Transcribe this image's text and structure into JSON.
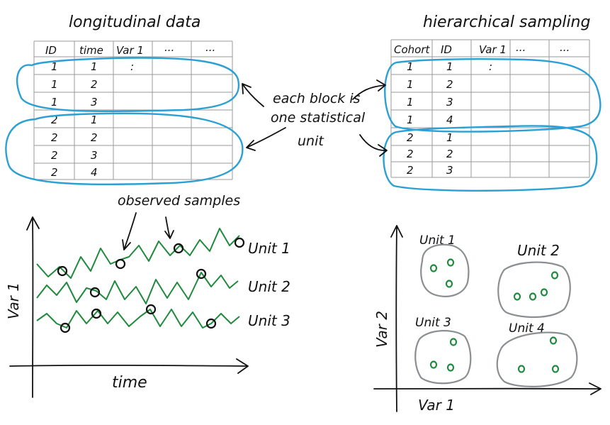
{
  "longitudinal": {
    "title": "longitudinal data",
    "headers": [
      "ID",
      "time",
      "Var 1",
      "...",
      "..."
    ],
    "rows": [
      [
        "1",
        "1",
        ":"
      ],
      [
        "1",
        "2",
        ""
      ],
      [
        "1",
        "3",
        ""
      ],
      [
        "2",
        "1",
        ""
      ],
      [
        "2",
        "2",
        ""
      ],
      [
        "2",
        "3",
        ""
      ],
      [
        "2",
        "4",
        ""
      ]
    ]
  },
  "hierarchical": {
    "title": "hierarchical sampling",
    "headers": [
      "Cohort",
      "ID",
      "Var 1",
      "...",
      "..."
    ],
    "rows": [
      [
        "1",
        "1",
        ":"
      ],
      [
        "1",
        "2",
        ""
      ],
      [
        "1",
        "3",
        ""
      ],
      [
        "1",
        "4",
        ""
      ],
      [
        "2",
        "1",
        ""
      ],
      [
        "2",
        "2",
        ""
      ],
      [
        "2",
        "3",
        ""
      ]
    ]
  },
  "note": [
    "each block is",
    "one statistical",
    "unit"
  ],
  "timeseries": {
    "annotation": "observed samples",
    "ylabel": "Var 1",
    "xlabel": "time",
    "units": [
      "Unit 1",
      "Unit 2",
      "Unit 3"
    ]
  },
  "scatter": {
    "ylabel": "Var 2",
    "xlabel": "Var 1",
    "units": [
      "Unit 1",
      "Unit 2",
      "Unit 3",
      "Unit 4"
    ]
  },
  "colors": {
    "unit_outline": "#2aa0d4",
    "series": "#1e8a3c",
    "cluster": "#8b8f92",
    "ink": "#111111"
  }
}
